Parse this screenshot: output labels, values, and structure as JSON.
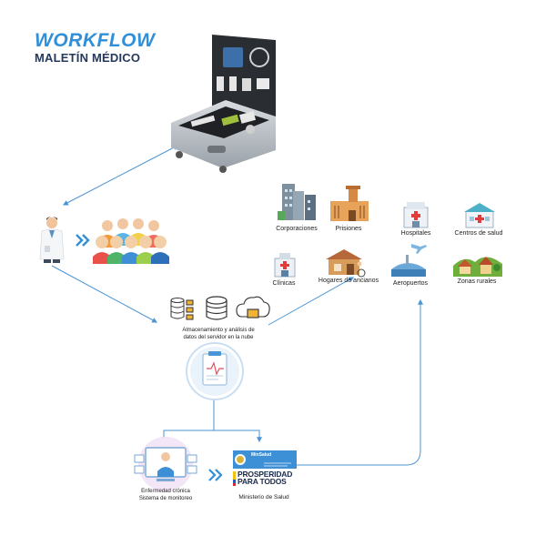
{
  "header": {
    "title": "WORKFLOW",
    "subtitle": "MALETÍN MÉDICO"
  },
  "storage": {
    "label_line1": "Almacenamiento y análisis de",
    "label_line2": "datos del servidor en la nube"
  },
  "destinations": {
    "corporaciones": "Corporaciones",
    "prisiones": "Prisiones",
    "hospitales": "Hospitales",
    "centros": "Centros de salud",
    "clinicas": "Clínicas",
    "hogares": "Hogares de ancianos",
    "aeropuertos": "Aeropuertos",
    "rurales": "Zonas rurales"
  },
  "monitoring": {
    "line1": "Enfermedad crónica",
    "line2": "Sistema de monitoreo"
  },
  "ministry": {
    "caption": "Ministerio de Salud",
    "badge": "MinSalud",
    "slogan_line1": "PROSPERIDAD",
    "slogan_line2": "PARA TODOS"
  },
  "colors": {
    "accent": "#2f8fd8",
    "line": "#4a95d6",
    "navy": "#25395c"
  }
}
